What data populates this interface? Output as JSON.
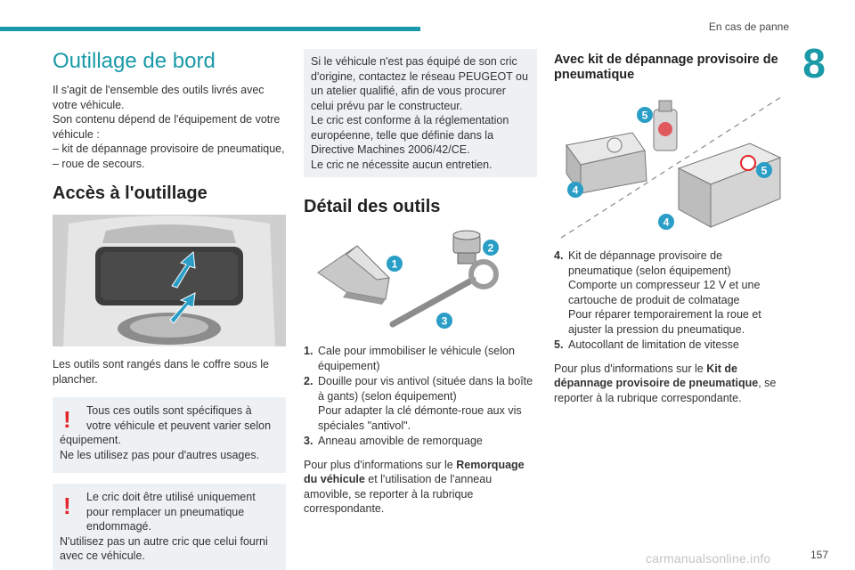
{
  "header": {
    "section": "En cas de panne",
    "chapter": "8"
  },
  "col1": {
    "title": "Outillage de bord",
    "intro": [
      "Il s'agit de l'ensemble des outils livrés avec votre véhicule.",
      "Son contenu dépend de l'équipement de votre véhicule :",
      "–  kit de dépannage provisoire de pneumatique,",
      "–  roue de secours."
    ],
    "access_title": "Accès à l'outillage",
    "access_text": "Les outils sont rangés dans le coffre sous le plancher.",
    "warn1": [
      "Tous ces outils sont spécifiques à votre véhicule et peuvent varier selon",
      "équipement.",
      "Ne les utilisez pas pour d'autres usages."
    ],
    "warn2": [
      "Le cric doit être utilisé uniquement pour remplacer un pneumatique endommagé.",
      "N'utilisez pas un autre cric que celui fourni avec ce véhicule."
    ]
  },
  "col2": {
    "info": [
      "Si le véhicule n'est pas équipé de son cric d'origine, contactez le réseau PEUGEOT ou un atelier qualifié, afin de vous procurer celui prévu par le constructeur.",
      "Le cric est conforme à la réglementation européenne, telle que définie dans la Directive Machines 2006/42/CE.",
      "Le cric ne nécessite aucun entretien."
    ],
    "details_title": "Détail des outils",
    "items": [
      {
        "n": "1.",
        "lines": [
          "Cale pour immobiliser le véhicule (selon équipement)"
        ]
      },
      {
        "n": "2.",
        "lines": [
          "Douille pour vis antivol (située dans la boîte à gants) (selon équipement)",
          "Pour adapter la clé démonte-roue aux vis spéciales \"antivol\"."
        ]
      },
      {
        "n": "3.",
        "lines": [
          "Anneau amovible de remorquage"
        ]
      }
    ],
    "more_pre": "Pour plus d'informations sur le ",
    "more_bold": "Remorquage du véhicule",
    "more_post": " et l'utilisation de l'anneau amovible, se reporter à la rubrique correspondante."
  },
  "col3": {
    "title": "Avec kit de dépannage provisoire de pneumatique",
    "items": [
      {
        "n": "4.",
        "lines": [
          "Kit de dépannage provisoire de pneumatique (selon équipement)",
          "Comporte un compresseur 12 V et une cartouche de produit de colmatage",
          "Pour réparer temporairement la roue et ajuster la pression du pneumatique."
        ]
      },
      {
        "n": "5.",
        "lines": [
          "Autocollant de limitation de vitesse"
        ]
      }
    ],
    "more_pre": "Pour plus d'informations sur le ",
    "more_bold": "Kit de dépannage provisoire de pneumatique",
    "more_post": ", se reporter à la rubrique correspondante."
  },
  "callouts": {
    "c1": "1",
    "c2": "2",
    "c3": "3",
    "c4": "4",
    "c5": "5"
  },
  "footer": {
    "page": "157",
    "watermark": "carmanualsonline.info"
  },
  "colors": {
    "accent": "#1a9aa8",
    "callout": "#2a9ec6",
    "warning": "#e3242b",
    "box": "#eef1f4"
  }
}
